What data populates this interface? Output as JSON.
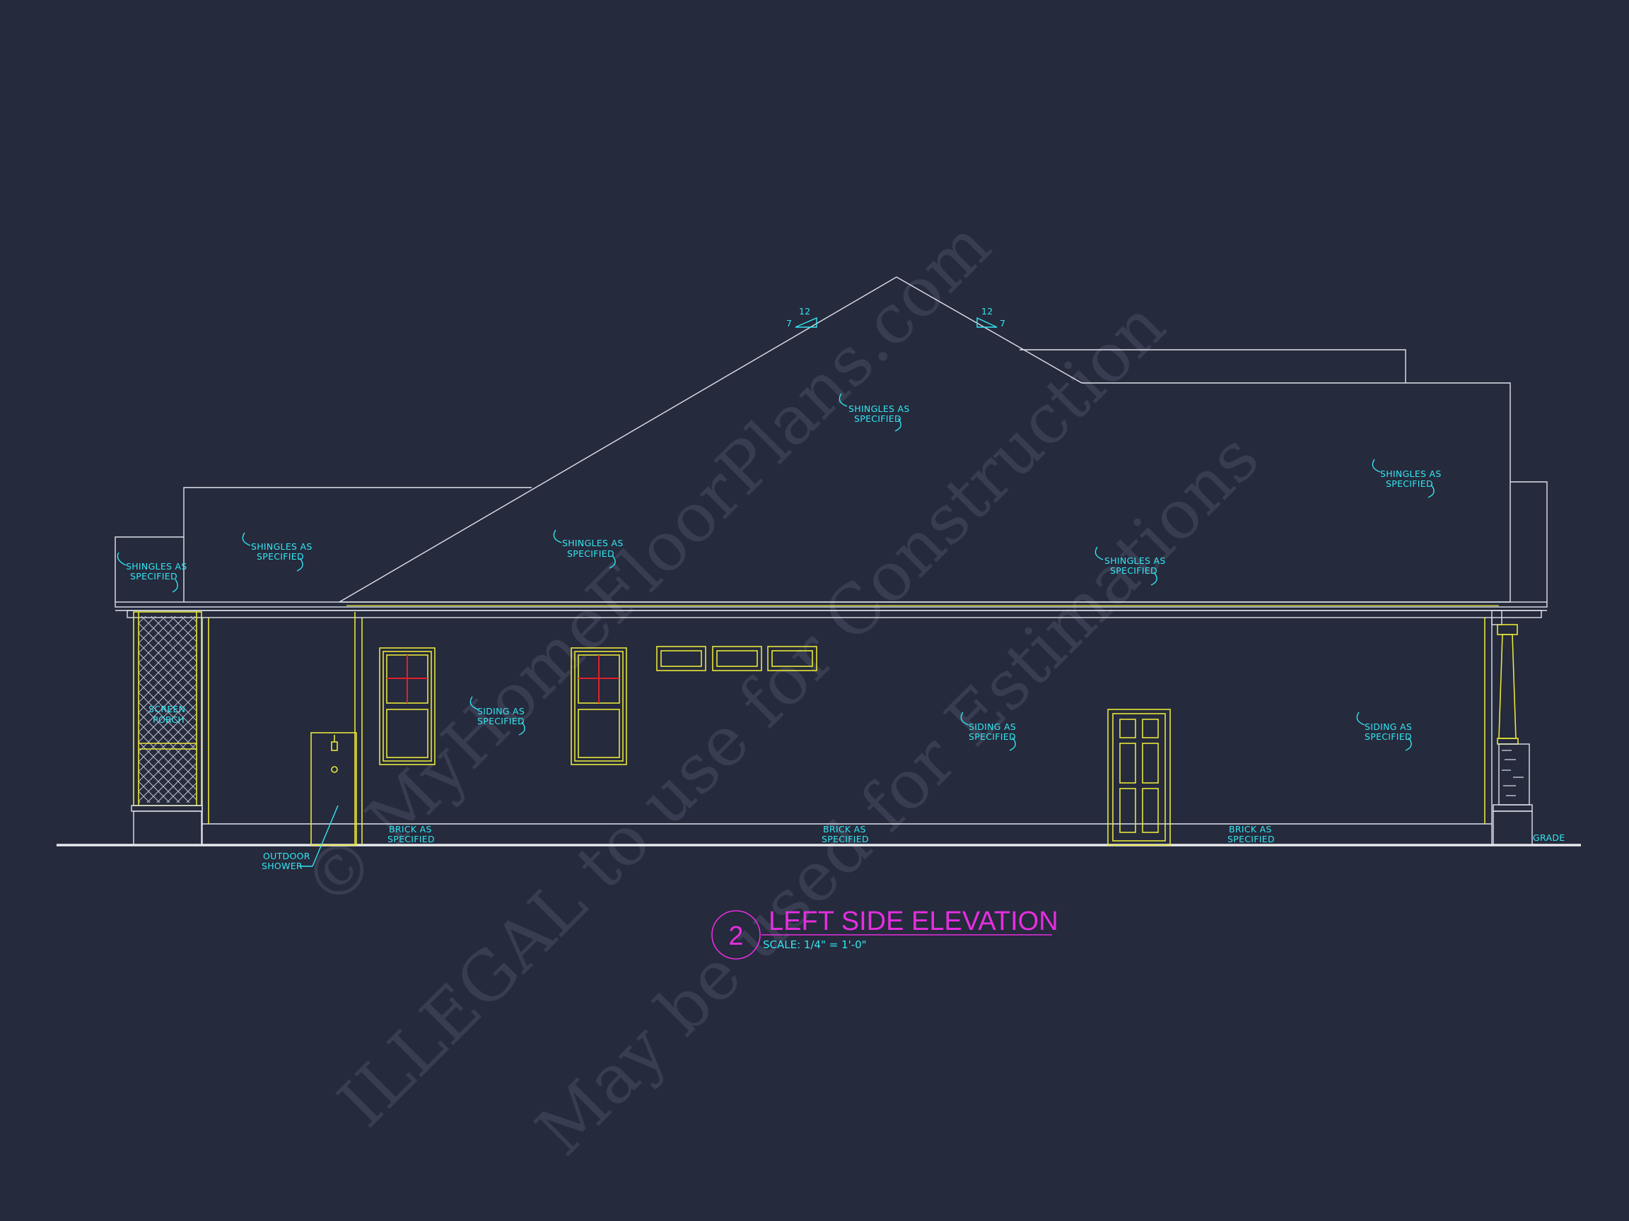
{
  "title": {
    "number": "2",
    "text": "LEFT SIDE ELEVATION",
    "scale": "SCALE: 1/4\" = 1'-0\""
  },
  "watermark": {
    "line1": "© MyHomeFloorPlans.com",
    "line2": "ILLEGAL to use for Construction",
    "line3": "May be used for Estimations"
  },
  "pitch": {
    "rise": "7",
    "run": "12"
  },
  "notes": {
    "shingles_line1": "SHINGLES AS",
    "specified": "SPECIFIED",
    "siding_line1": "SIDING AS",
    "brick_line1": "BRICK AS",
    "screen_porch_line1": "SCREEN",
    "screen_porch_line2": "PORCH",
    "outdoor_shower_line1": "OUTDOOR",
    "outdoor_shower_line2": "SHOWER",
    "grade": "GRADE"
  },
  "colors": {
    "background": "#252a3c",
    "outline": "#dfe3ec",
    "openings": "#e8e63a",
    "notes": "#33e6f2",
    "title": "#e62ee0",
    "muntins": "#e0202a"
  }
}
